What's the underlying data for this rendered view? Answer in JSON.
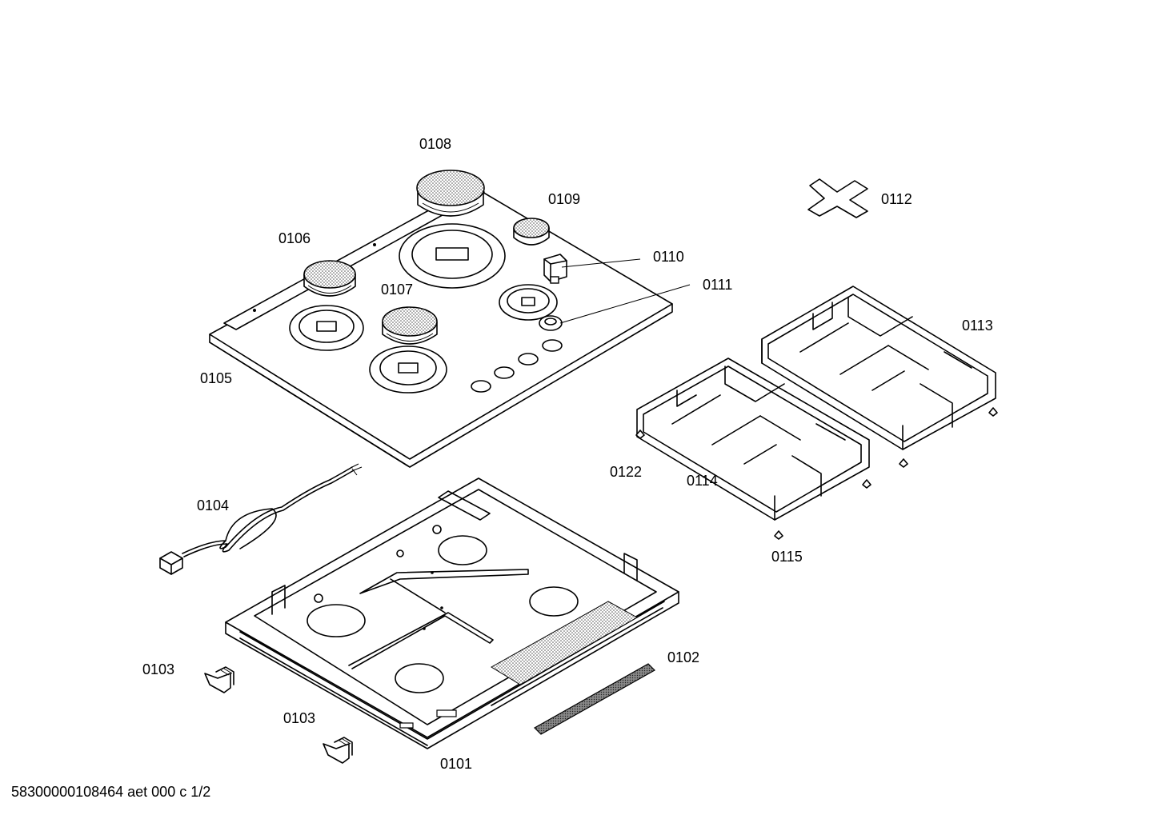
{
  "labels": {
    "p0101": "0101",
    "p0102": "0102",
    "p0103a": "0103",
    "p0103b": "0103",
    "p0104": "0104",
    "p0105": "0105",
    "p0106": "0106",
    "p0107": "0107",
    "p0108": "0108",
    "p0109": "0109",
    "p0110": "0110",
    "p0111": "0111",
    "p0112": "0112",
    "p0113": "0113",
    "p0114": "0114",
    "p0115": "0115",
    "p0122": "0122"
  },
  "footer": "58300000108464 aet 000 c 1/2"
}
